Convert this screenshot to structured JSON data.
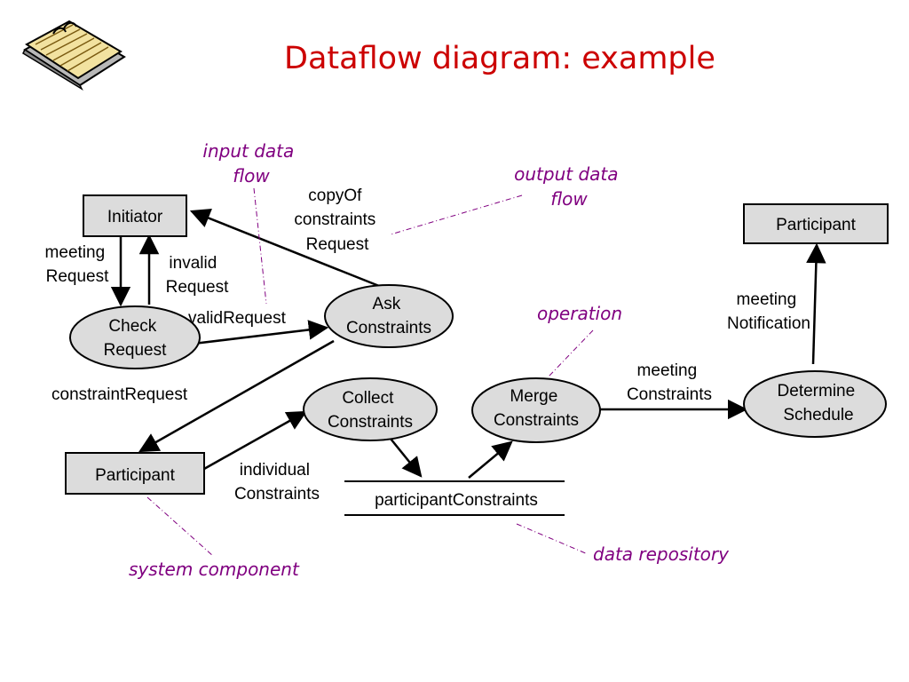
{
  "title": "Dataflow diagram: example",
  "colors": {
    "title": "#cc0000",
    "annotation": "#800080",
    "node_fill": "#dcdcdc",
    "line": "#000000"
  },
  "icon": "open-book-icon",
  "components": {
    "initiator": "Initiator",
    "participant_top": "Participant",
    "participant_bottom": "Participant"
  },
  "operations": {
    "check_request": [
      "Check",
      "Request"
    ],
    "ask_constraints": [
      "Ask",
      "Constraints"
    ],
    "collect_constraints": [
      "Collect",
      "Constraints"
    ],
    "merge_constraints": [
      "Merge",
      "Constraints"
    ],
    "determine_schedule": [
      "Determine",
      "Schedule"
    ]
  },
  "repository": "participantConstraints",
  "flows": {
    "meeting_request": [
      "meeting",
      "Request"
    ],
    "invalid_request": [
      "invalid",
      "Request"
    ],
    "valid_request": "validRequest",
    "copy_of_constraints_request": [
      "copyOf",
      "constraints",
      "Request"
    ],
    "constraint_request": "constraintRequest",
    "individual_constraints": [
      "individual",
      "Constraints"
    ],
    "meeting_constraints": [
      "meeting",
      "Constraints"
    ],
    "meeting_notification": [
      "meeting",
      "Notification"
    ]
  },
  "annotations": {
    "input_data_flow": [
      "input data",
      "flow"
    ],
    "output_data_flow": [
      "output data",
      "flow"
    ],
    "operation": "operation",
    "system_component": "system component",
    "data_repository": "data repository"
  }
}
